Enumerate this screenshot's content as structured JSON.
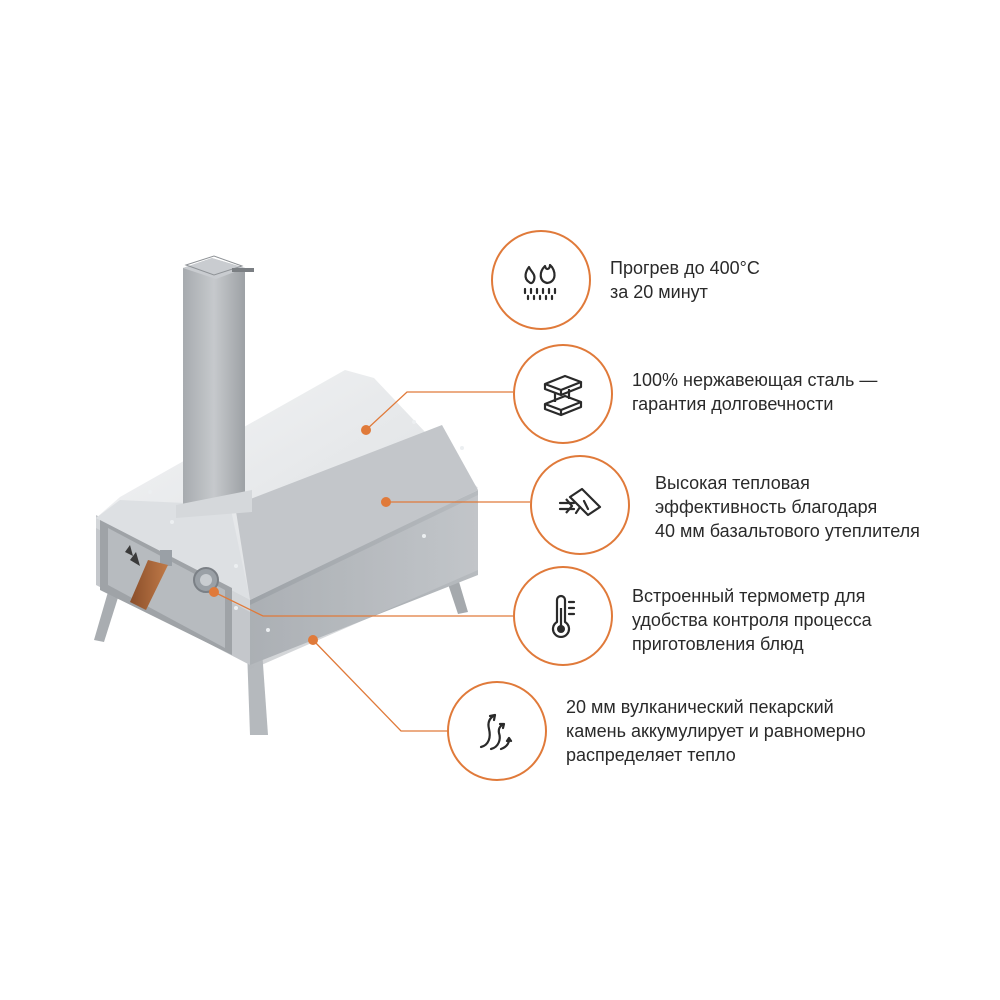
{
  "accent_color": "#e07a3a",
  "features": [
    {
      "icon": "heat-flame-icon",
      "lines": [
        "Прогрев до 400°C",
        "за 20 минут"
      ]
    },
    {
      "icon": "steel-profile-icon",
      "lines": [
        "100% нержавеющая сталь —",
        "гарантия долговечности"
      ]
    },
    {
      "icon": "insulation-layer-icon",
      "lines": [
        "Высокая тепловая",
        "эффективность благодаря",
        "40 мм базальтового утеплителя"
      ]
    },
    {
      "icon": "thermometer-icon",
      "lines": [
        "Встроенный термометр для",
        "удобства контроля процесса",
        "приготовления блюд"
      ]
    },
    {
      "icon": "heat-waves-icon",
      "lines": [
        "20 мм вулканический пекарский",
        "камень аккумулирует и равномерно",
        "распределяет тепло"
      ]
    }
  ]
}
